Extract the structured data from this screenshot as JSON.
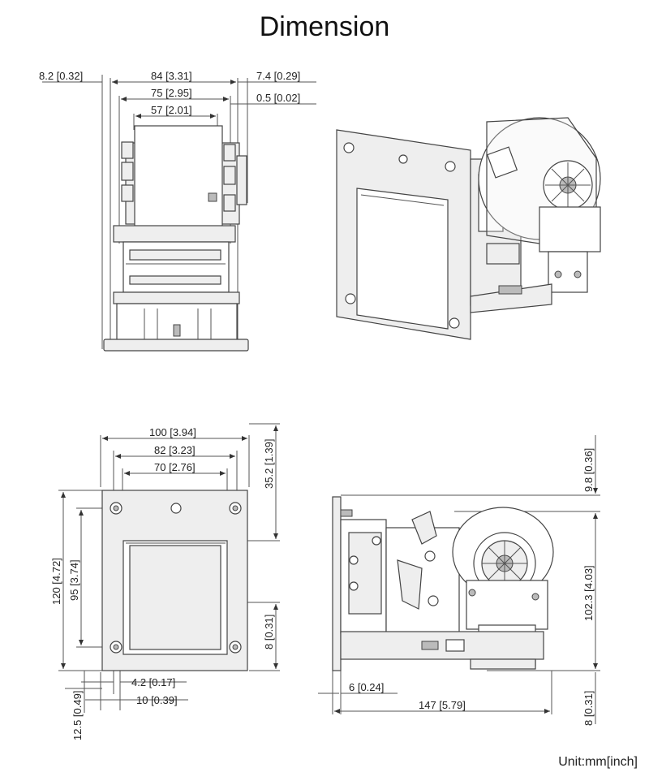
{
  "title": "Dimension",
  "unit": "Unit:mm[inch]",
  "front": {
    "d1": "8.2 [0.32]",
    "d2": "84 [3.31]",
    "d3": "7.4 [0.29]",
    "d4": "75 [2.95]",
    "d5": "0.5 [0.02]",
    "d6": "57 [2.01]"
  },
  "bezel": {
    "d1": "100 [3.94]",
    "d2": "82 [3.23]",
    "d3": "70 [2.76]",
    "d4": "35.2 [1.39]",
    "d5": "120 [4.72]",
    "d6": "95 [3.74]",
    "d7": "8 [0.31]",
    "d8": "4.2 [0.17]",
    "d9": "10 [0.39]",
    "d10": "12.5 [0.49]"
  },
  "side": {
    "d1": "9.8 [0.36]",
    "d2": "102.3 [4.03]",
    "d3": "6 [0.24]",
    "d4": "147 [5.79]",
    "d5": "8 [0.31]"
  }
}
